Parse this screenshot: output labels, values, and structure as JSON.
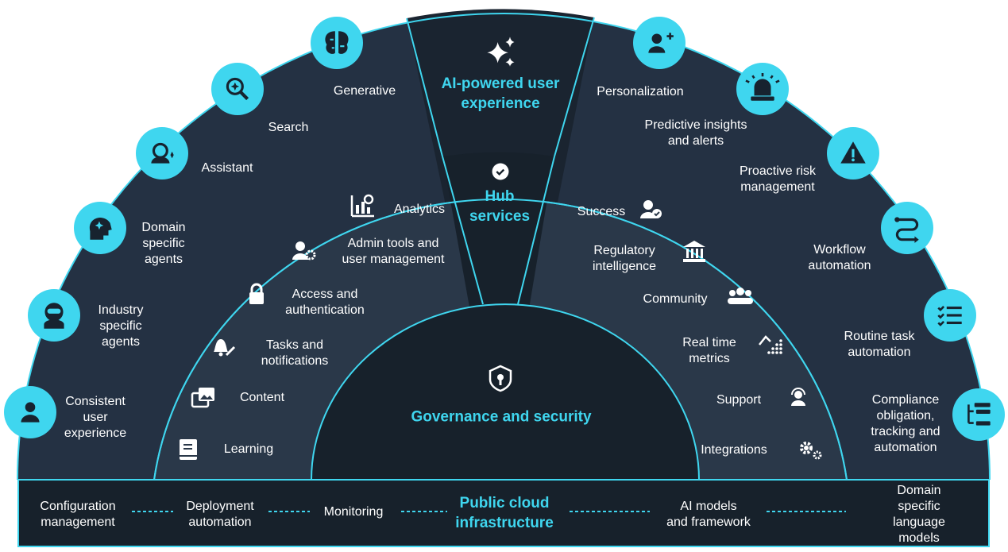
{
  "center": {
    "title": "Governance and security",
    "icon": "shield-keyhole-icon"
  },
  "hub": {
    "title": "Hub\nservices",
    "icon": "check-circle-icon"
  },
  "ai": {
    "title": "AI-powered user\nexperience",
    "icon": "sparkles-icon"
  },
  "middle_left": [
    {
      "label": "Analytics",
      "icon": "chart-search-icon"
    },
    {
      "label": "Admin tools and\nuser management",
      "icon": "user-gear-icon"
    },
    {
      "label": "Access and\nauthentication",
      "icon": "lock-icon"
    },
    {
      "label": "Tasks and\nnotifications",
      "icon": "bell-pen-icon"
    },
    {
      "label": "Content",
      "icon": "images-icon"
    },
    {
      "label": "Learning",
      "icon": "book-icon"
    }
  ],
  "middle_right": [
    {
      "label": "Success",
      "icon": "user-check-icon"
    },
    {
      "label": "Regulatory\nintelligence",
      "icon": "bank-icon"
    },
    {
      "label": "Community",
      "icon": "people-group-icon"
    },
    {
      "label": "Real time\nmetrics",
      "icon": "metrics-dots-icon"
    },
    {
      "label": "Support",
      "icon": "headset-user-icon"
    },
    {
      "label": "Integrations",
      "icon": "gears-icon"
    }
  ],
  "outer_left": [
    {
      "label": "Generative",
      "icon": "brain-circuit-icon"
    },
    {
      "label": "Search",
      "icon": "search-sparkle-icon"
    },
    {
      "label": "Assistant",
      "icon": "assistant-icon"
    },
    {
      "label": "Domain\nspecific\nagents",
      "icon": "head-sparkle-icon"
    },
    {
      "label": "Industry\nspecific\nagents",
      "icon": "robot-agent-icon"
    },
    {
      "label": "Consistent\nuser\nexperience",
      "icon": "user-icon"
    }
  ],
  "outer_right": [
    {
      "label": "Personalization",
      "icon": "user-plus-icon"
    },
    {
      "label": "Predictive insights\nand alerts",
      "icon": "siren-icon"
    },
    {
      "label": "Proactive risk\nmanagement",
      "icon": "warning-triangle-icon"
    },
    {
      "label": "Workflow\nautomation",
      "icon": "workflow-path-icon"
    },
    {
      "label": "Routine task\nautomation",
      "icon": "checklist-icon"
    },
    {
      "label": "Compliance\nobligation,\ntracking and\nautomation",
      "icon": "tree-list-icon"
    }
  ],
  "bottom_bar": {
    "items": [
      "Configuration\nmanagement",
      "Deployment\nautomation",
      "Monitoring",
      "AI models\nand framework",
      "Domain specific\nlanguage models"
    ],
    "center": "Public cloud\ninfrastructure"
  },
  "colors": {
    "navy_dark": "#17212b",
    "navy_mid": "#2a3849",
    "navy_outer": "#243143",
    "accent": "#3fd6ef",
    "icon_dark": "#17232f"
  }
}
